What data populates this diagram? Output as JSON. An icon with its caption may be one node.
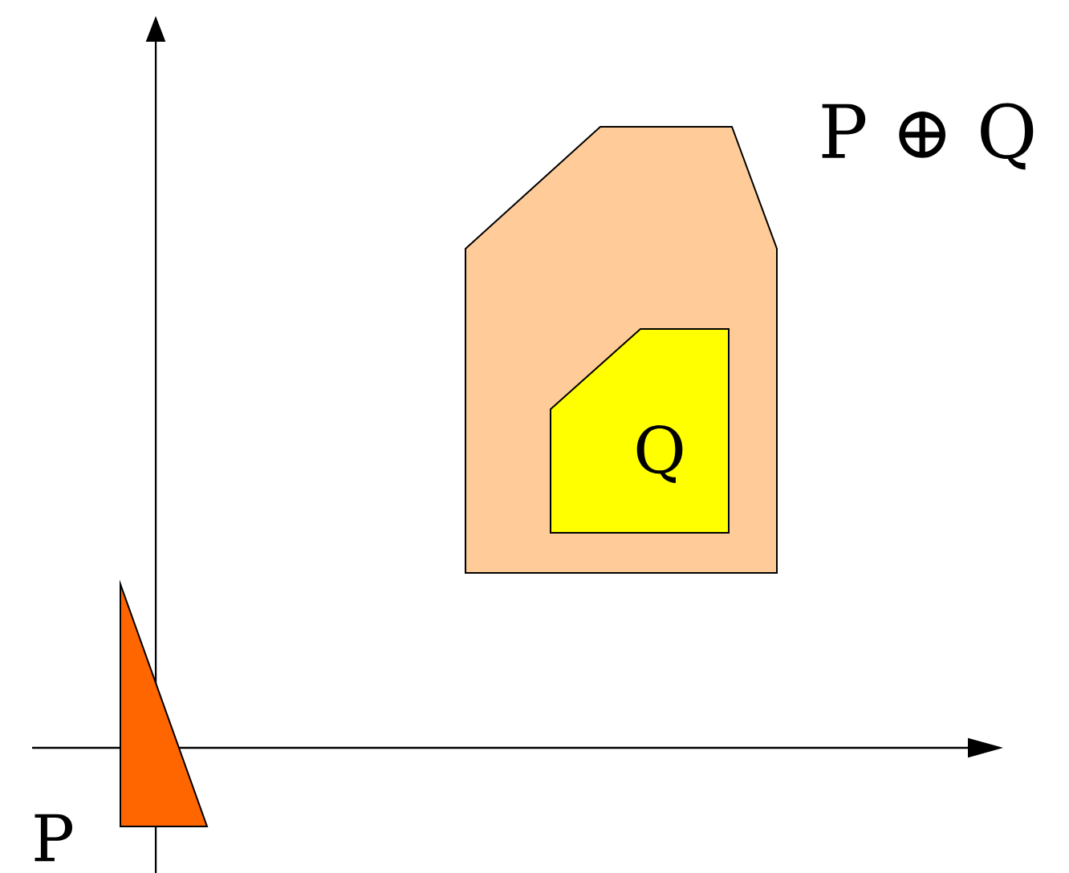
{
  "diagram": {
    "nodes": [
      {
        "text": [
          "P ⊕ Q"
        ]
      },
      {
        "text": [
          "Q"
        ],
        "in": 0
      },
      {
        "text": [
          "P"
        ]
      }
    ],
    "edges": []
  }
}
